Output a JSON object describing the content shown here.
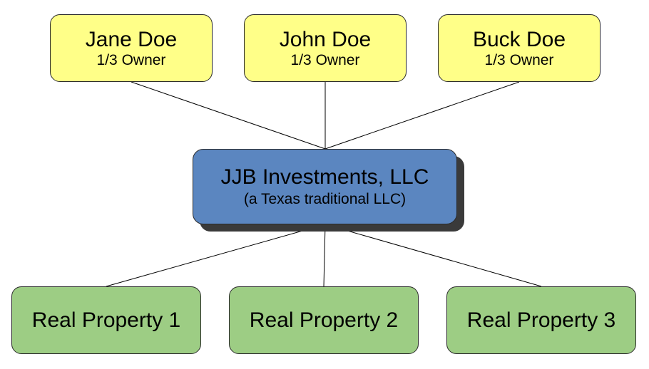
{
  "owners": [
    {
      "name": "Jane Doe",
      "role": "1/3 Owner"
    },
    {
      "name": "John Doe",
      "role": "1/3 Owner"
    },
    {
      "name": "Buck Doe",
      "role": "1/3 Owner"
    }
  ],
  "entity": {
    "name": "JJB Investments, LLC",
    "subtitle": "(a Texas traditional LLC)"
  },
  "properties": [
    {
      "name": "Real Property 1"
    },
    {
      "name": "Real Property 2"
    },
    {
      "name": "Real Property 3"
    }
  ],
  "colors": {
    "owner_fill": "#ffff88",
    "entity_fill": "#5b86c0",
    "property_fill": "#9dcd84",
    "connector": "#000000"
  }
}
